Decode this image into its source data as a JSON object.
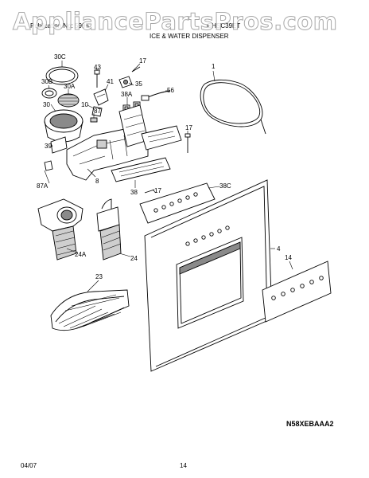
{
  "watermark": "AppliancePartsPros.com",
  "header": {
    "left": "Publication No: 5995",
    "right": "GHSC39ET",
    "title": "ICE & WATER DISPENSER"
  },
  "model_code": "N58XEBAAA2",
  "footer": {
    "date": "04/07",
    "page": "14"
  },
  "parts": {
    "p30c": "30C",
    "p43": "43",
    "p17a": "17",
    "p1": "1",
    "p30b": "30B",
    "p30a": "30A",
    "p41": "41",
    "p35": "35",
    "p56": "56",
    "p30": "30",
    "p10": "10",
    "p87": "87",
    "p38a": "38A",
    "p17b": "17",
    "p39": "39",
    "p8": "8",
    "p87a": "87A",
    "p38": "38",
    "p17c": "17",
    "p38c": "38C",
    "p4": "4",
    "p14": "14",
    "p24a": "24A",
    "p24": "24",
    "p23": "23"
  }
}
